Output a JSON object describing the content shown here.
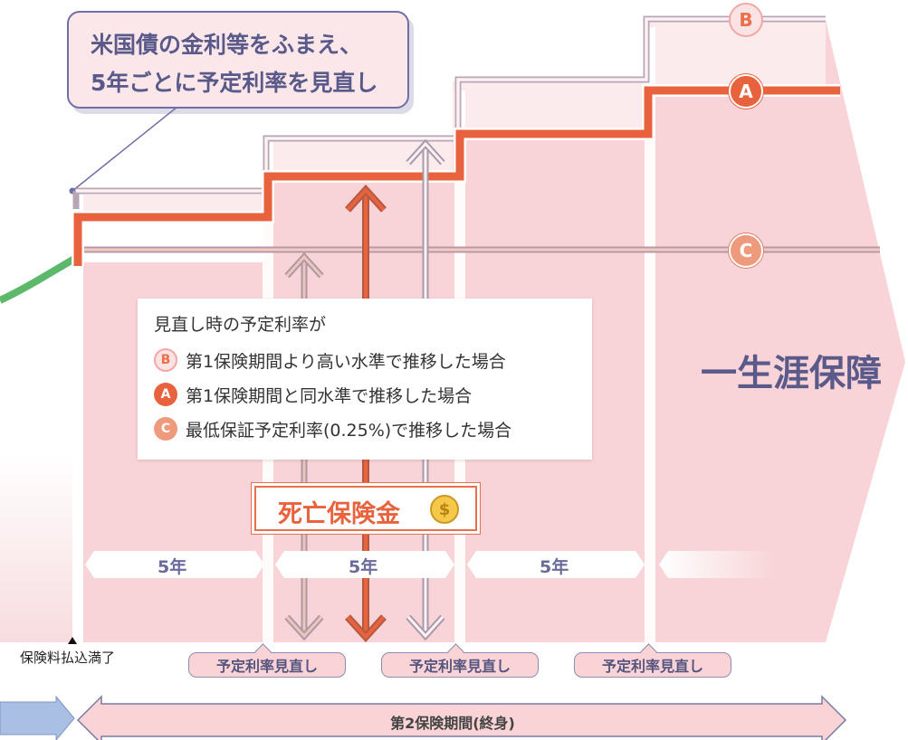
{
  "callout": {
    "line1": "米国債の金利等をふまえ、",
    "line2": "5年ごとに予定利率を見直し"
  },
  "legend": {
    "title": "見直し時の予定利率が",
    "items": [
      {
        "badge": "B",
        "text": "第1保険期間より高い水準で推移した場合"
      },
      {
        "badge": "A",
        "text": "第1保険期間と同水準で推移した場合"
      },
      {
        "badge": "C",
        "text": "最低保証予定利率(0.25%)で推移した場合"
      }
    ]
  },
  "line_badges": {
    "b": "B",
    "a": "A",
    "c": "C"
  },
  "death_benefit": {
    "label": "死亡保険金",
    "coin_symbol": "$"
  },
  "lifetime_label": "一生涯保障",
  "period_labels": [
    "5年",
    "5年",
    "5年"
  ],
  "premium_paid_label": "保険料払込満了",
  "revision_tags": [
    "予定利率見直し",
    "予定利率見直し",
    "予定利率見直し"
  ],
  "second_period_label": "第2保険期間(終身)",
  "colors": {
    "pink_bg": "#f9d7da",
    "line_a": "#e8633d",
    "line_b": "#f2b8b8",
    "line_c": "#ef9a7d",
    "accent_text": "#5a5a8a",
    "green_line": "#5cb86a",
    "blue_arrow": "#a9bfe4"
  }
}
